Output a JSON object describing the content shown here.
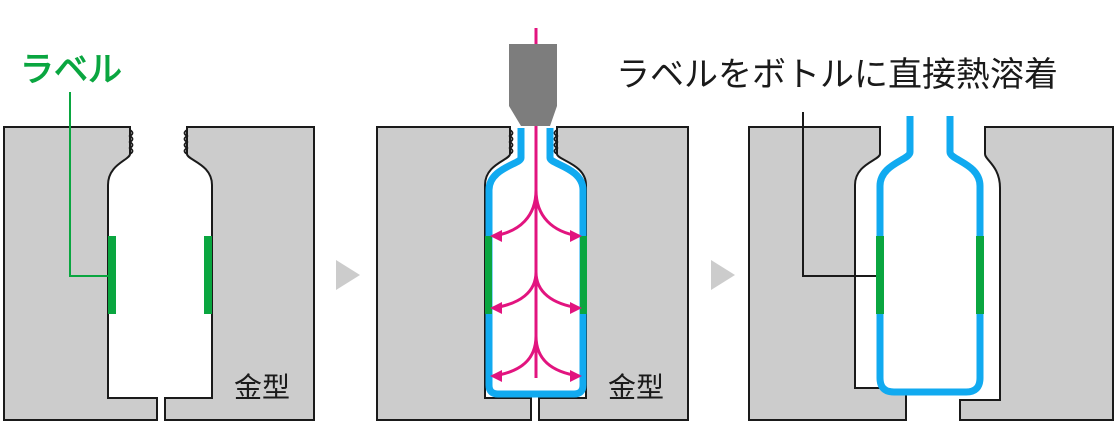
{
  "labels": {
    "label_callout": "ラベル",
    "mold_1": "金型",
    "mold_2": "金型",
    "result_caption": "ラベルをボトルに直接熱溶着"
  },
  "colors": {
    "mold": "#cccccc",
    "outline": "#1a1a1a",
    "label": "#0aa640",
    "bottle": "#11aaf0",
    "air": "#e2147f",
    "nozzle": "#7d7d7d",
    "arrow": "#cccccc",
    "background": "#ffffff"
  },
  "icons": {
    "step_arrow": "chevron-right-icon"
  }
}
